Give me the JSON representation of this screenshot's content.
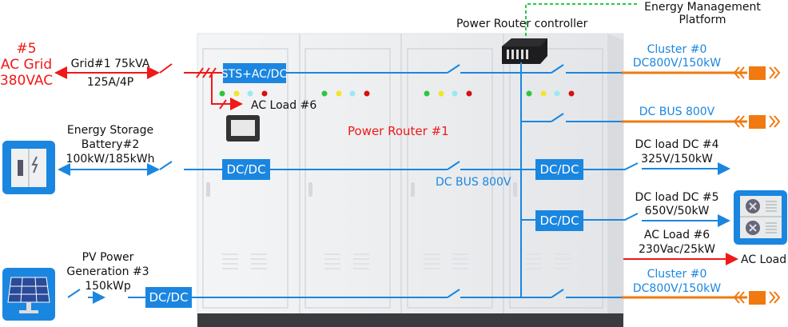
{
  "ac_grid": {
    "line1": "#5",
    "line2": "AC Grid",
    "line3": "380VAC"
  },
  "grid": {
    "rating": "Grid#1  75kVA",
    "breaker": "125A/4P"
  },
  "battery": {
    "line1": "Energy Storage",
    "line2": "Battery#2",
    "line3": "100kW/185kWh"
  },
  "pv": {
    "line1": "PV Power",
    "line2": "Generation #3",
    "line3": "150kWp"
  },
  "modules": {
    "sts": "STS+AC/DC",
    "dcdc_battery": "DC/DC",
    "dcdc_pv": "DC/DC",
    "dcdc_load4": "DC/DC",
    "dcdc_load5": "DC/DC"
  },
  "ac_load_branch": "AC Load #6",
  "router_title": "Power Router  #1",
  "dc_bus_center": "DC BUS 800V",
  "controller": "Power Router controller",
  "ems": {
    "line1": "Energy Management",
    "line2": "Platform"
  },
  "outputs": {
    "cluster_top": {
      "line1": "Cluster #0",
      "line2": "DC800V/150kW"
    },
    "dc_bus": "DC BUS 800V",
    "dc_load4": {
      "line1": "DC load DC #4",
      "line2": "325V/150kW"
    },
    "dc_load5": {
      "line1": "DC load DC #5",
      "line2": "650V/50kW"
    },
    "ac_load6": {
      "line1": "AC Load #6",
      "line2": "230Vac/25kW"
    },
    "ac_load_label": "AC Load",
    "cluster_bottom": {
      "line1": "Cluster #0",
      "line2": "DC800V/150kW"
    }
  },
  "colors": {
    "ac": "#f01818",
    "dc": "#1a86e0",
    "cluster": "#f07a10",
    "comm": "#22cc44"
  }
}
